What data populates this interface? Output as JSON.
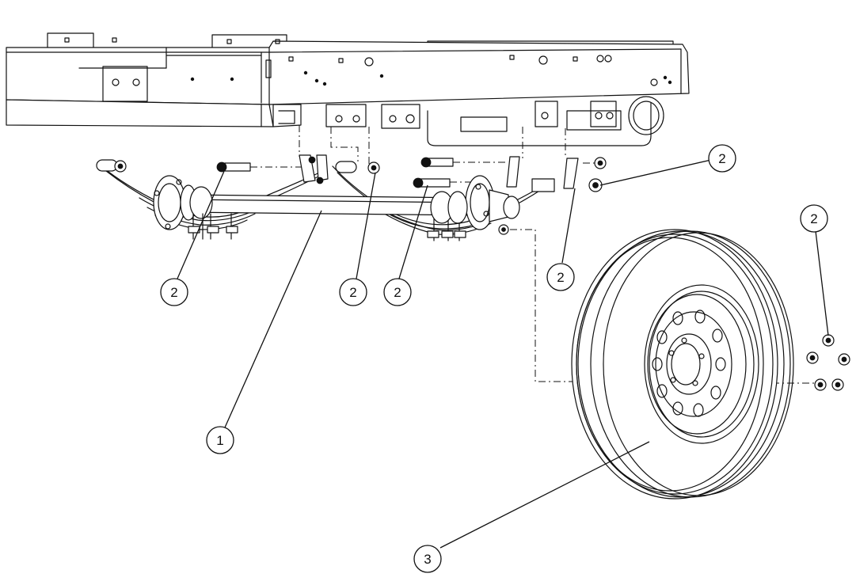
{
  "callouts": [
    {
      "label": "1"
    },
    {
      "label": "2"
    },
    {
      "label": "2"
    },
    {
      "label": "2"
    },
    {
      "label": "2"
    },
    {
      "label": "2"
    },
    {
      "label": "2"
    },
    {
      "label": "3"
    }
  ]
}
